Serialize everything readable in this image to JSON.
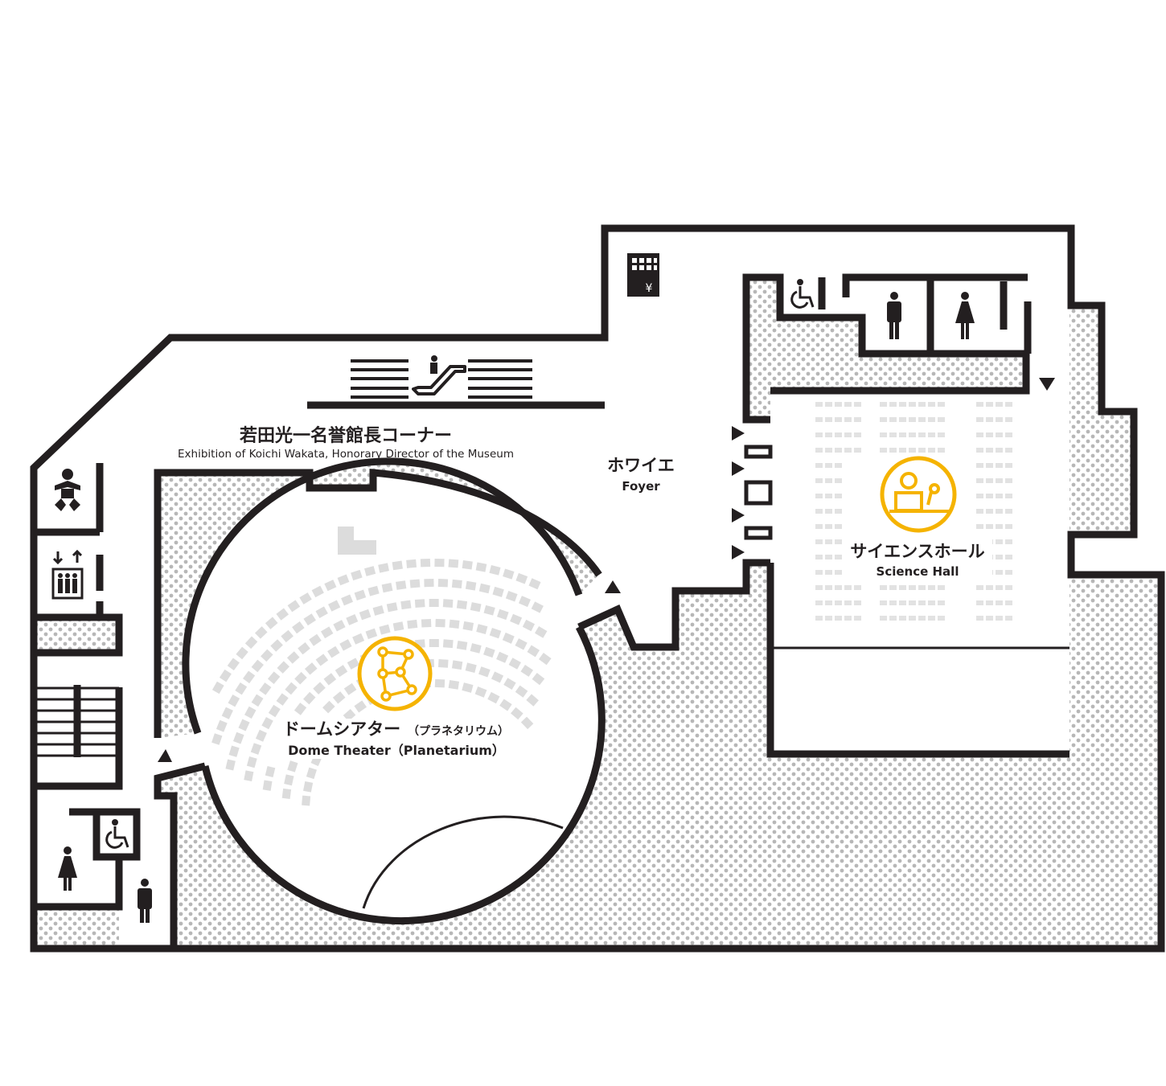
{
  "labels": {
    "wakata_jp": "若田光一名誉館長コーナー",
    "wakata_en": "Exhibition of Koichi Wakata, Honorary Director of the Museum",
    "foyer_jp": "ホワイエ",
    "foyer_en": "Foyer",
    "science_hall_jp": "サイエンスホール",
    "science_hall_en": "Science Hall",
    "dome_jp": "ドームシアター",
    "dome_jp_sub": "（プラネタリウム）",
    "dome_en": "Dome Theater（Planetarium）"
  },
  "ticket_machine": {
    "symbol": "¥"
  },
  "icons": [
    "escalator-icon",
    "ticket-machine-icon",
    "accessible-toilet-icon",
    "mens-toilet-icon",
    "womens-toilet-icon",
    "baby-changing-icon",
    "elevator-icon",
    "planetarium-icon",
    "science-hall-icon",
    "entrance-arrow-icon"
  ],
  "colors": {
    "wall": "#231f20",
    "accent": "#f5b300",
    "pattern_dot": "#b7b7b7",
    "seat": "#dcdcdc"
  }
}
